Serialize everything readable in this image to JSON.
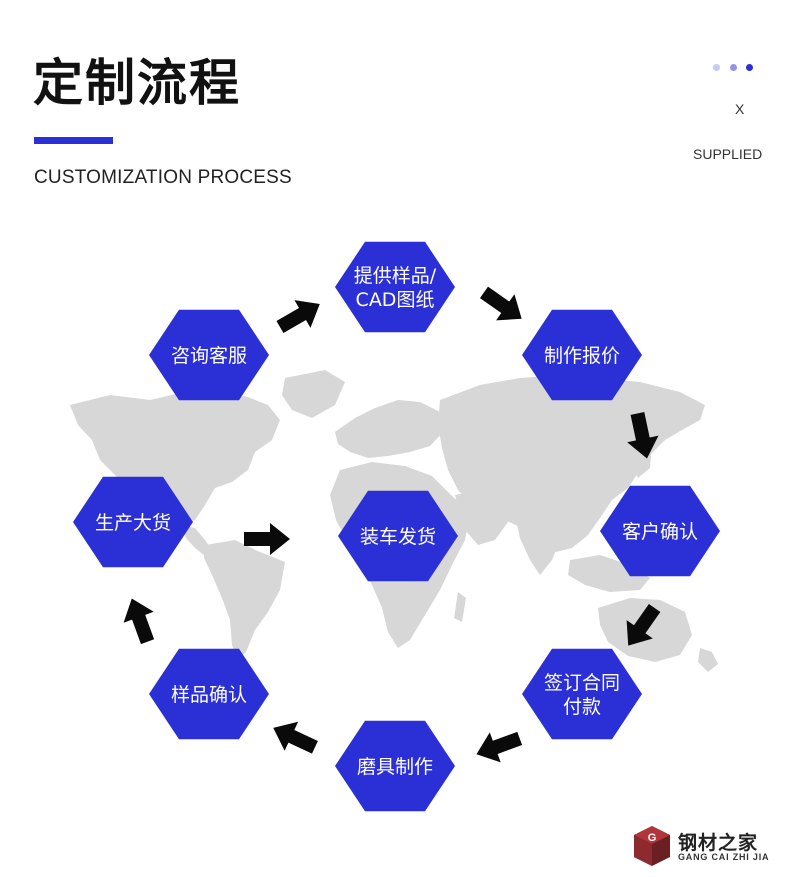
{
  "header": {
    "title": "定制流程",
    "subtitle": "CUSTOMIZATION PROCESS",
    "x_mark": "X",
    "supplied": "SUPPLIED"
  },
  "colors": {
    "accent": "#2b2fd6",
    "hex_fill": "#2b2fd6",
    "map": "#d7d7d7",
    "arrow": "#0a0a0a",
    "dots": [
      "#c9caf3",
      "#9294e6",
      "#2b2fd6"
    ]
  },
  "steps": [
    {
      "id": "s1",
      "lines": [
        "提供样品/",
        "CAD图纸"
      ]
    },
    {
      "id": "s2",
      "lines": [
        "制作报价"
      ]
    },
    {
      "id": "s3",
      "lines": [
        "客户确认"
      ]
    },
    {
      "id": "s4",
      "lines": [
        "签订合同",
        "付款"
      ]
    },
    {
      "id": "s5",
      "lines": [
        "磨具制作"
      ]
    },
    {
      "id": "s6",
      "lines": [
        "样品确认"
      ]
    },
    {
      "id": "s7",
      "lines": [
        "生产大货"
      ]
    },
    {
      "id": "s8",
      "lines": [
        "装车发货"
      ]
    },
    {
      "id": "s0",
      "lines": [
        "咨询客服"
      ]
    }
  ],
  "flow": [
    [
      "s0",
      "s1"
    ],
    [
      "s1",
      "s2"
    ],
    [
      "s2",
      "s3"
    ],
    [
      "s3",
      "s4"
    ],
    [
      "s4",
      "s5"
    ],
    [
      "s5",
      "s6"
    ],
    [
      "s6",
      "s7"
    ],
    [
      "s7",
      "s8"
    ]
  ],
  "logo": {
    "name": "钢材之家",
    "sub": "GANG CAI ZHI JIA",
    "mark_letter": "G"
  }
}
